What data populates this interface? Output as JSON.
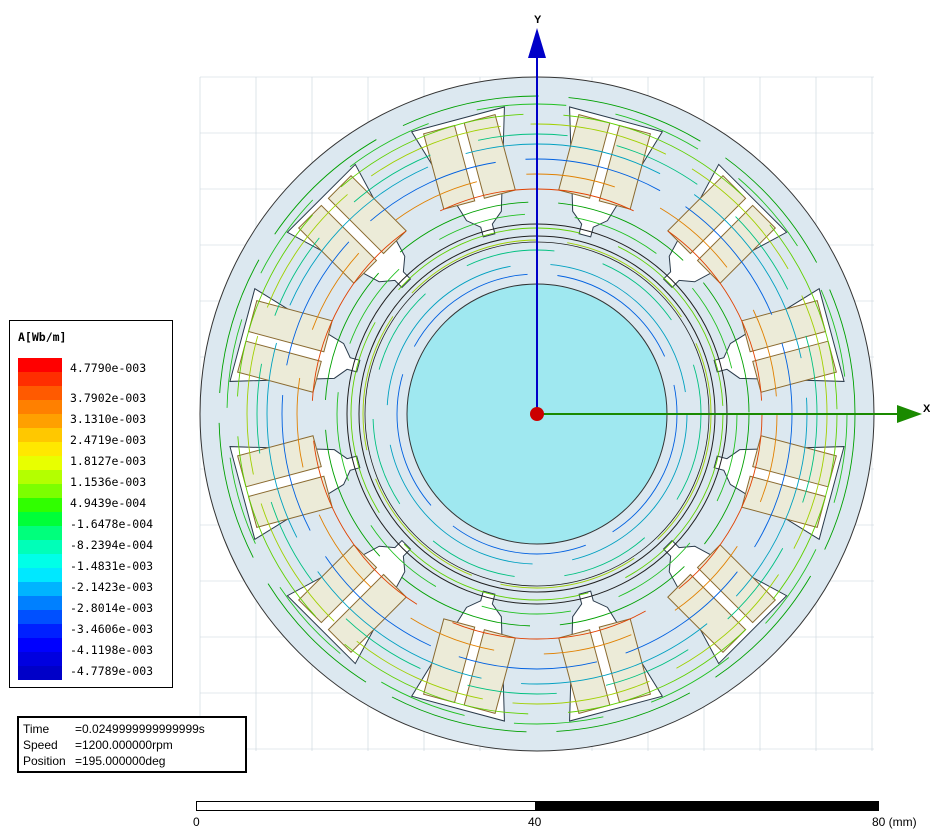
{
  "legend": {
    "title": "A[Wb/m]",
    "labels": [
      "4.7790e-003",
      "3.7902e-003",
      "3.1310e-003",
      "2.4719e-003",
      "1.8127e-003",
      "1.1536e-003",
      "4.9439e-004",
      "-1.6478e-004",
      "-8.2394e-004",
      "-1.4831e-003",
      "-2.1423e-003",
      "-2.8014e-003",
      "-3.4606e-003",
      "-4.1198e-003",
      "-4.7789e-003"
    ],
    "colors": [
      "#ff0000",
      "#ff2e00",
      "#ff5a00",
      "#ff8000",
      "#ffa000",
      "#ffc800",
      "#ffe800",
      "#e8ff00",
      "#b4ff00",
      "#7cff00",
      "#30ff00",
      "#00ff38",
      "#00ff7c",
      "#00ffb8",
      "#00ffe8",
      "#00e8ff",
      "#00b4ff",
      "#0080ff",
      "#0050ff",
      "#0020ff",
      "#0000ff",
      "#0000e0",
      "#0000c8"
    ]
  },
  "info": {
    "time_label": "Time",
    "time_value": "=0.0249999999999999s",
    "speed_label": "Speed",
    "speed_value": "=1200.000000rpm",
    "position_label": "Position",
    "position_value": "=195.000000deg"
  },
  "axes": {
    "x_label": "X",
    "y_label": "Y",
    "axis_color": "#0000c8",
    "x_arrow_color": "#1a8a00",
    "origin_color": "#cc0000"
  },
  "scale": {
    "tick_0": "0",
    "tick_40": "40",
    "tick_80": "80 (mm)"
  },
  "motor": {
    "stator_slots": 12,
    "rotor_fill": "#9fe8f0",
    "stator_fill": "#dce8f0",
    "coil_fill": "#ecebd8",
    "coil_stroke": "#8a6a30"
  }
}
